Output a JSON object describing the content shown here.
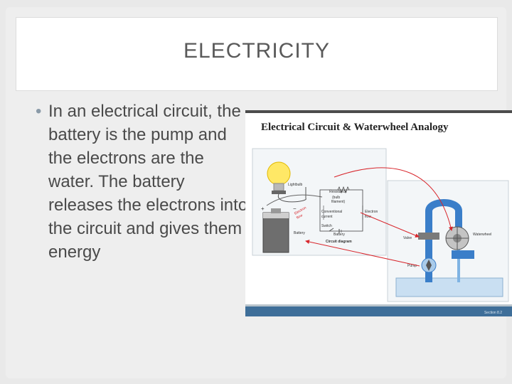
{
  "slide": {
    "title": "ELECTRICITY",
    "bullet": "In an electrical  circuit, the battery is the pump and the electrons are the water. The battery releases the electrons into the circuit and gives them energy",
    "bullet_glyph": "•"
  },
  "figure": {
    "title": "Electrical Circuit & Waterwheel Analogy",
    "labels": {
      "lightbulb": "Lightbulb",
      "resistance": "Resistance",
      "bulb_filament": "(bulb",
      "bulb_filament2": "filament)",
      "conventional": "Conventional",
      "current": "current",
      "electron_flow": "Electron",
      "electron_flow2": "flow",
      "electron_curve": "Electron",
      "electron_curve2": "flow",
      "switch": "Switch",
      "battery_small": "Battery",
      "battery": "Battery",
      "circuit_diagram": "Circuit diagram",
      "valve": "Valve",
      "waterwheel": "Waterwheel",
      "pump": "Pump",
      "plus": "+",
      "minus": "−"
    },
    "footer": "Section 8.2"
  },
  "colors": {
    "water": "#3a7ec9",
    "arrow": "#d8262c",
    "footer_bar": "#3e6e99"
  }
}
